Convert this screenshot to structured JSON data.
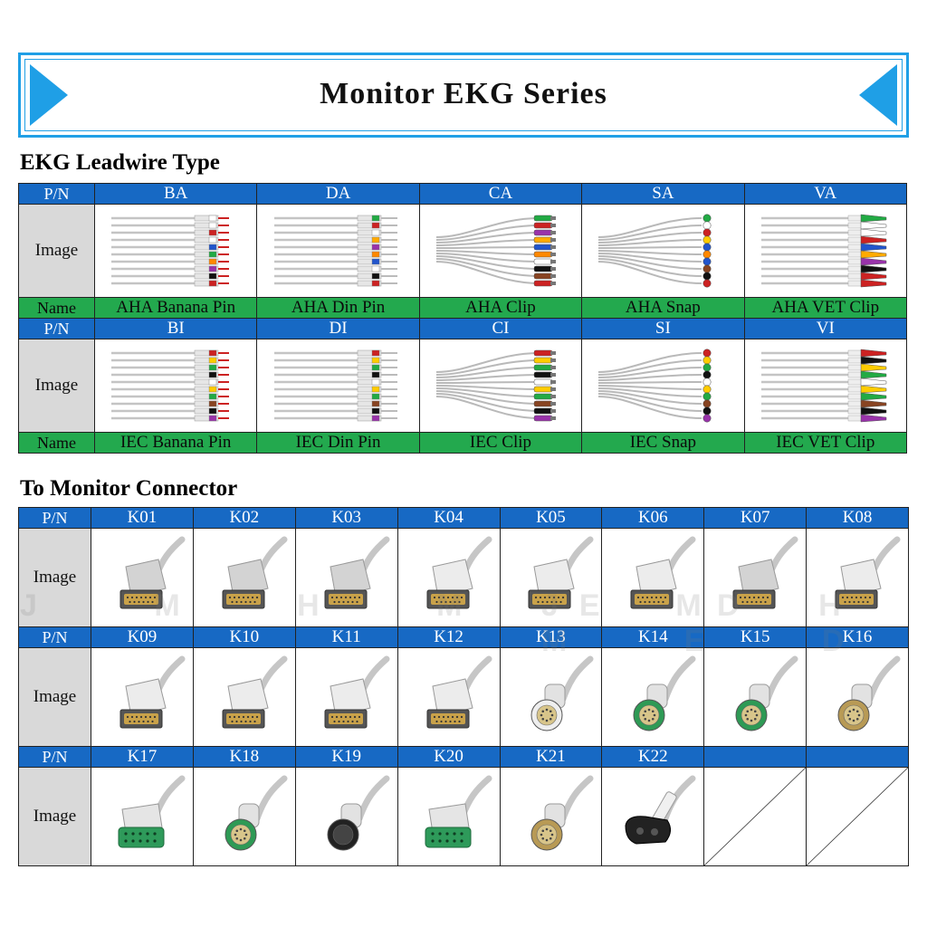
{
  "banner": {
    "title": "Monitor EKG Series"
  },
  "leadwire": {
    "title": "EKG Leadwire Type",
    "labels": {
      "pn": "P/N",
      "image": "Image",
      "name": "Name"
    },
    "rows": [
      {
        "items": [
          {
            "pn": "BA",
            "name": "AHA Banana Pin",
            "style": "pin",
            "colors": [
              "#ffffff",
              "#ffffff",
              "#cc2222",
              "#ffffff",
              "#2255cc",
              "#22aa44",
              "#ff8800",
              "#9933aa",
              "#111111",
              "#cc2222"
            ]
          },
          {
            "pn": "DA",
            "name": "AHA Din Pin",
            "style": "din",
            "colors": [
              "#22aa44",
              "#cc2222",
              "#ffffff",
              "#ffaa00",
              "#9933aa",
              "#ff8800",
              "#2255cc",
              "#ffffff",
              "#111111",
              "#cc2222"
            ]
          },
          {
            "pn": "CA",
            "name": "AHA Clip",
            "style": "clip",
            "colors": [
              "#22aa44",
              "#cc2222",
              "#9933aa",
              "#ffaa00",
              "#2255cc",
              "#ff8800",
              "#ffffff",
              "#111111",
              "#884422",
              "#cc2222"
            ]
          },
          {
            "pn": "SA",
            "name": "AHA Snap",
            "style": "snap",
            "colors": [
              "#22aa44",
              "#ffffff",
              "#cc2222",
              "#ffcc00",
              "#2255cc",
              "#ff8800",
              "#2255cc",
              "#884422",
              "#111111",
              "#cc2222"
            ]
          },
          {
            "pn": "VA",
            "name": "AHA VET Clip",
            "style": "vet",
            "colors": [
              "#22aa44",
              "#ffffff",
              "#ffffff",
              "#cc2222",
              "#2255cc",
              "#ffaa00",
              "#9933aa",
              "#111111",
              "#cc2222",
              "#cc2222"
            ]
          }
        ]
      },
      {
        "items": [
          {
            "pn": "BI",
            "name": "IEC Banana Pin",
            "style": "pin",
            "colors": [
              "#cc2222",
              "#ffcc00",
              "#22aa44",
              "#111111",
              "#ffffff",
              "#ffcc00",
              "#22aa44",
              "#884422",
              "#111111",
              "#9933aa"
            ]
          },
          {
            "pn": "DI",
            "name": "IEC Din Pin",
            "style": "din",
            "colors": [
              "#cc2222",
              "#ffcc00",
              "#22aa44",
              "#111111",
              "#ffffff",
              "#ffcc00",
              "#22aa44",
              "#884422",
              "#111111",
              "#9933aa"
            ]
          },
          {
            "pn": "CI",
            "name": "IEC Clip",
            "style": "clip",
            "colors": [
              "#cc2222",
              "#ffcc00",
              "#22aa44",
              "#111111",
              "#ffffff",
              "#ffcc00",
              "#22aa44",
              "#884422",
              "#111111",
              "#9933aa"
            ]
          },
          {
            "pn": "SI",
            "name": "IEC Snap",
            "style": "snap",
            "colors": [
              "#cc2222",
              "#ffcc00",
              "#22aa44",
              "#111111",
              "#ffffff",
              "#ffcc00",
              "#22aa44",
              "#884422",
              "#111111",
              "#9933aa"
            ]
          },
          {
            "pn": "VI",
            "name": "IEC VET Clip",
            "style": "vet",
            "colors": [
              "#cc2222",
              "#111111",
              "#ffcc00",
              "#22aa44",
              "#ffffff",
              "#ffcc00",
              "#22aa44",
              "#884422",
              "#111111",
              "#9933aa"
            ]
          }
        ]
      }
    ]
  },
  "connector": {
    "title": "To Monitor Connector",
    "labels": {
      "pn": "P/N",
      "image": "Image"
    },
    "rows": [
      {
        "items": [
          {
            "pn": "K01",
            "style": "dsub-gray"
          },
          {
            "pn": "K02",
            "style": "dsub-gray"
          },
          {
            "pn": "K03",
            "style": "dsub-gray"
          },
          {
            "pn": "K04",
            "style": "dsub-white"
          },
          {
            "pn": "K05",
            "style": "dsub-white"
          },
          {
            "pn": "K06",
            "style": "dsub-white"
          },
          {
            "pn": "K07",
            "style": "dsub-gray"
          },
          {
            "pn": "K08",
            "style": "dsub-white"
          }
        ]
      },
      {
        "items": [
          {
            "pn": "K09",
            "style": "dsub-white"
          },
          {
            "pn": "K10",
            "style": "dsub-white"
          },
          {
            "pn": "K11",
            "style": "dsub-white"
          },
          {
            "pn": "K12",
            "style": "dsub-white"
          },
          {
            "pn": "K13",
            "style": "round-white"
          },
          {
            "pn": "K14",
            "style": "round-green"
          },
          {
            "pn": "K15",
            "style": "round-green"
          },
          {
            "pn": "K16",
            "style": "round-tan"
          }
        ]
      },
      {
        "items": [
          {
            "pn": "K17",
            "style": "flat-green"
          },
          {
            "pn": "K18",
            "style": "round-green"
          },
          {
            "pn": "K19",
            "style": "round-black"
          },
          {
            "pn": "K20",
            "style": "flat-green"
          },
          {
            "pn": "K21",
            "style": "round-tan"
          },
          {
            "pn": "K22",
            "style": "black-plug"
          },
          {
            "pn": "",
            "style": "empty"
          },
          {
            "pn": "",
            "style": "empty"
          }
        ]
      }
    ]
  },
  "watermark": {
    "letters": "J M H M E D"
  },
  "colors": {
    "accent_blue": "#1f9fe6",
    "header_blue": "#1769c4",
    "name_green": "#23a94e",
    "label_gray": "#d9d9d9"
  }
}
